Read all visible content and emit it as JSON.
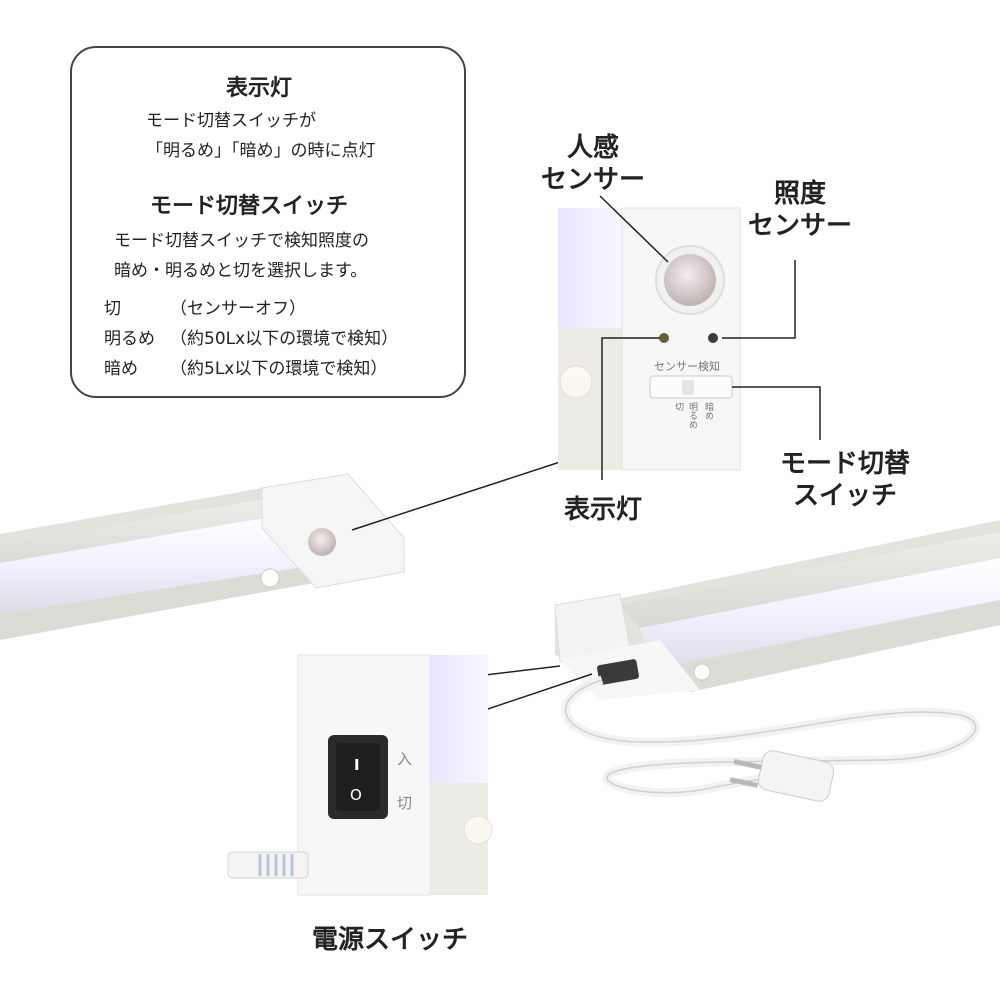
{
  "info": {
    "indicator_title": "表示灯",
    "indicator_desc_1": "モード切替スイッチが",
    "indicator_desc_2": "「明るめ」「暗め」の時に点灯",
    "mode_title": "モード切替スイッチ",
    "mode_desc_1": "モード切替スイッチで検知照度の",
    "mode_desc_2": "暗め・明るめと切を選択します。",
    "modes": [
      {
        "name": "切",
        "desc": "（センサーオフ）"
      },
      {
        "name": "明るめ",
        "desc": "（約50Lx以下の環境で検知）"
      },
      {
        "name": "暗め",
        "desc": "（約5Lx以下の環境で検知）"
      }
    ]
  },
  "callouts": {
    "motion_sensor": [
      "人感",
      "センサー"
    ],
    "light_sensor": [
      "照度",
      "センサー"
    ],
    "mode_switch": [
      "モード切替",
      "スイッチ"
    ],
    "indicator": "表示灯",
    "power_switch": "電源スイッチ"
  },
  "device": {
    "sensor_panel_label": "センサー検知",
    "switch_positions": [
      "切",
      "明るめ",
      "暗め"
    ],
    "power_on_label": "入",
    "power_off_label": "切",
    "power_on_symbol": "I",
    "power_off_symbol": "O"
  },
  "colors": {
    "housing": "#f4f4f4",
    "diffuser": "#e9e7e2",
    "glow": "#f3f1ff",
    "rocker": "#2a2a2a"
  }
}
